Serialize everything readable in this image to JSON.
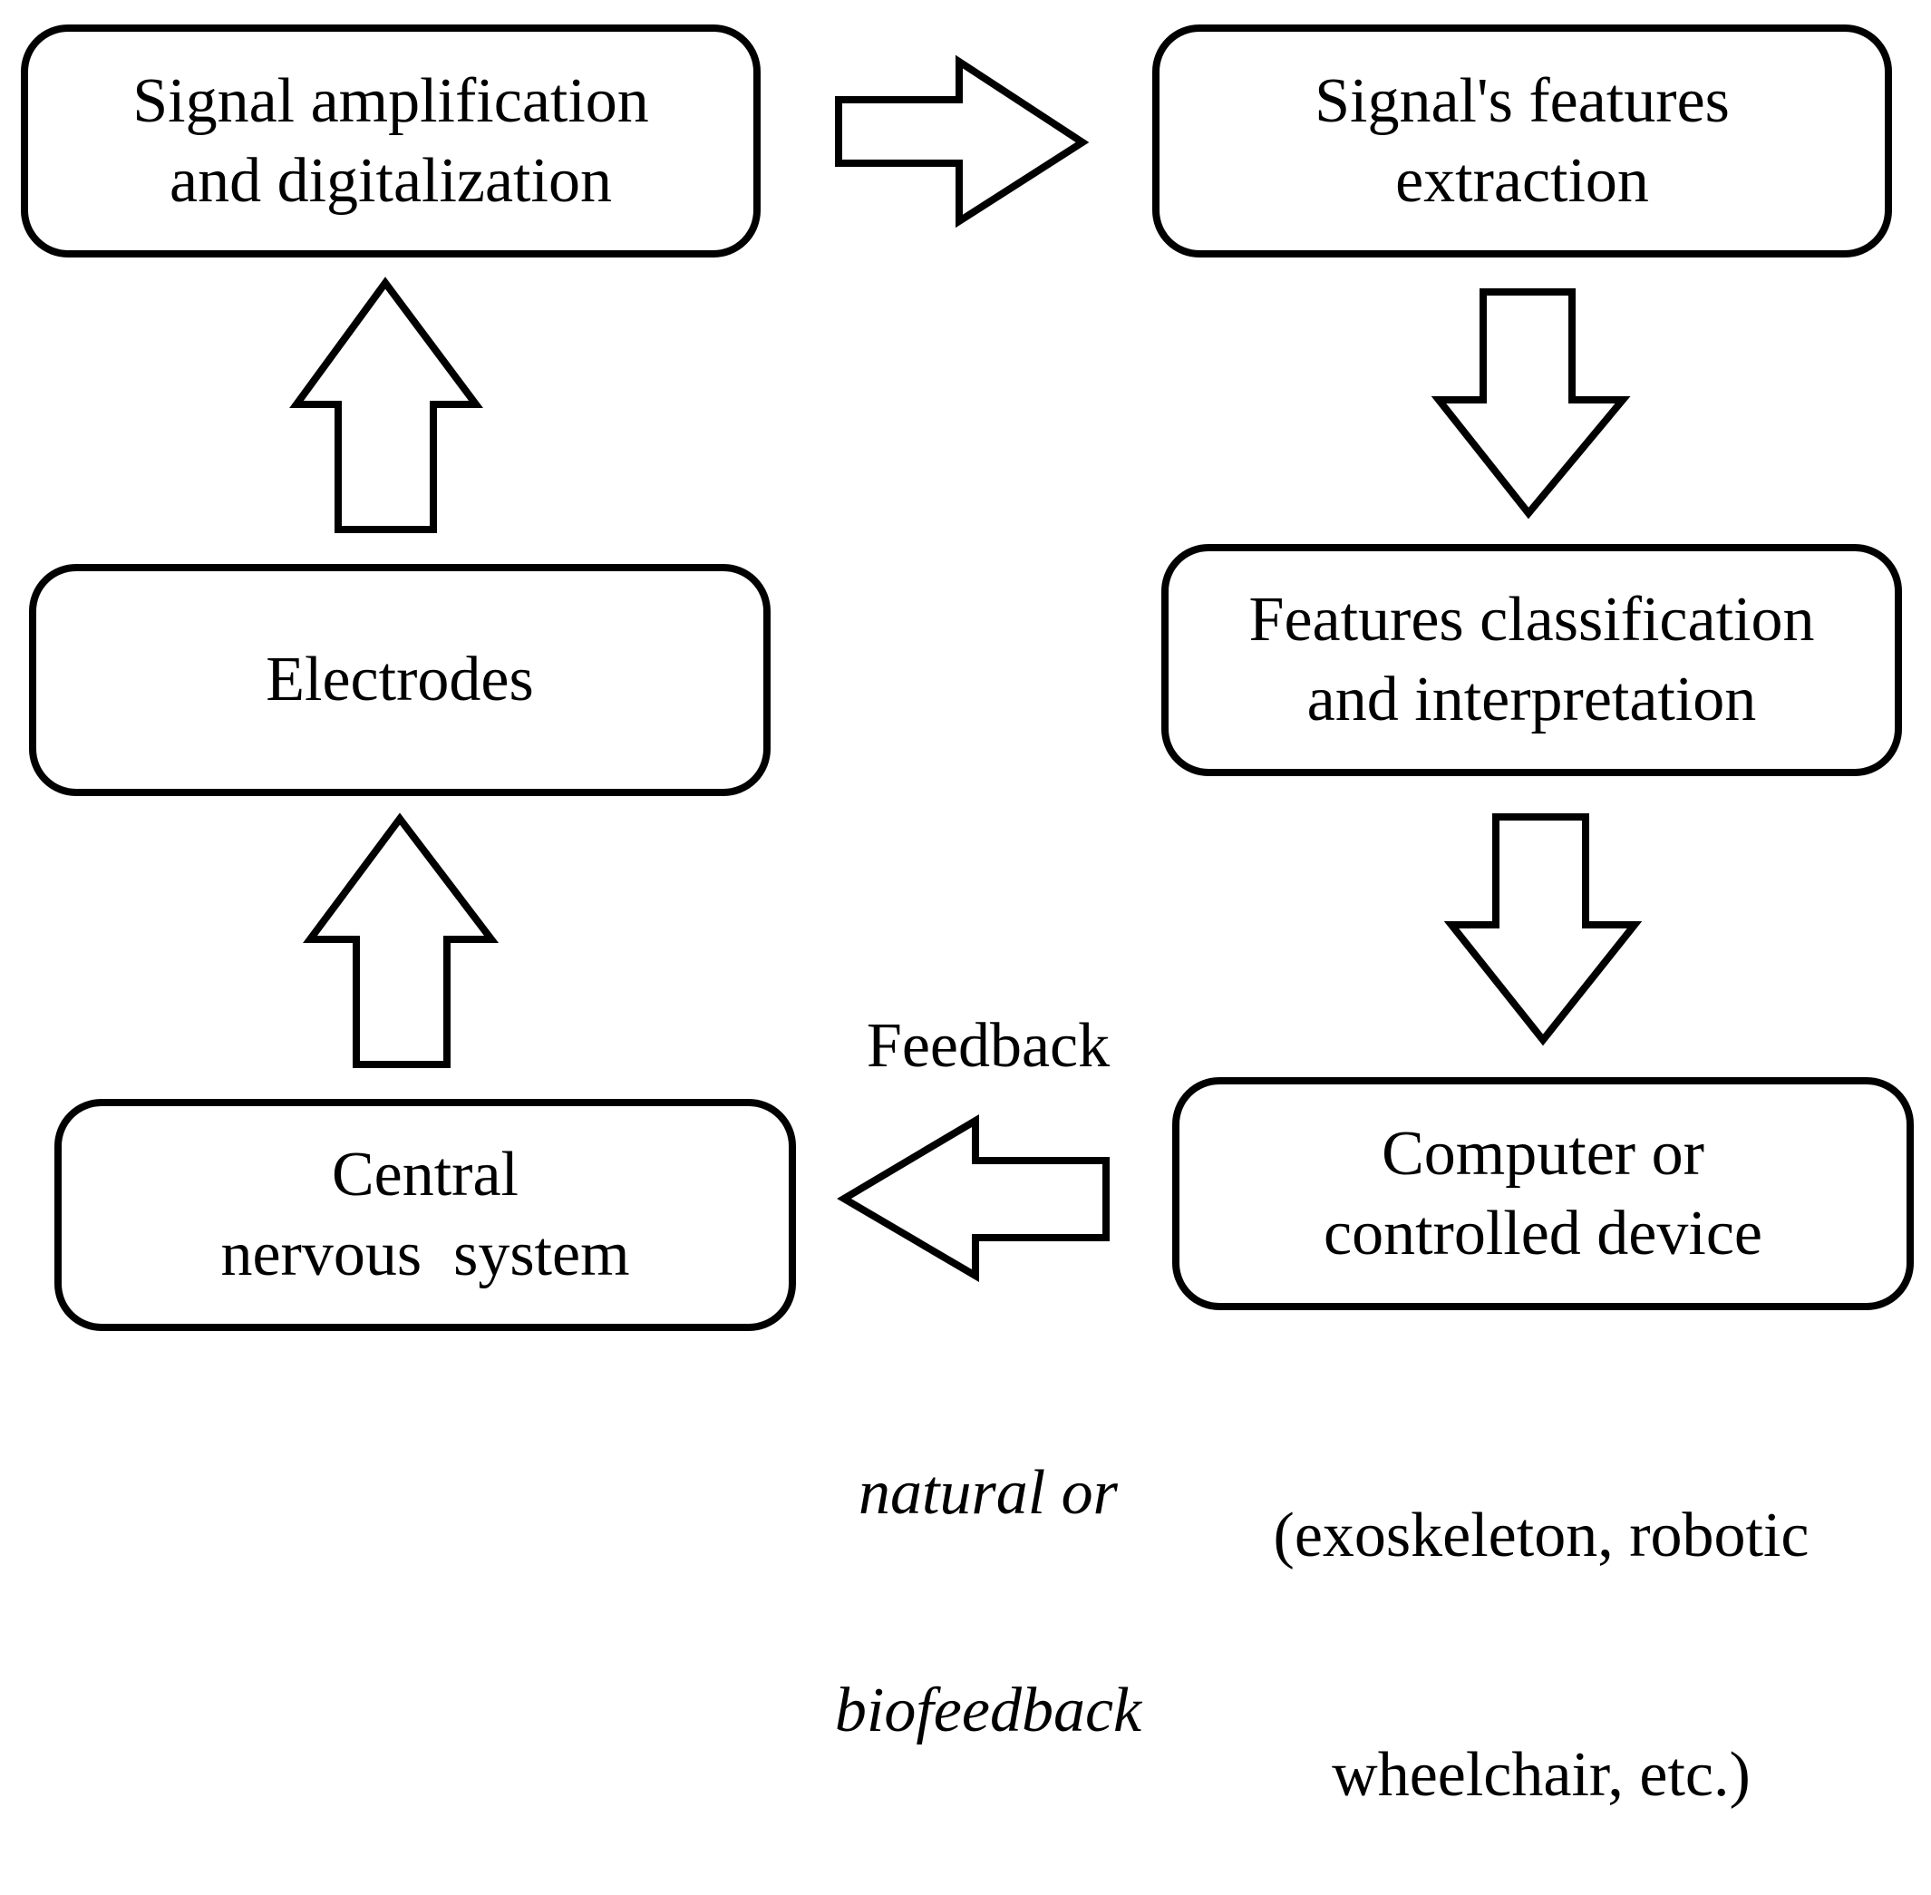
{
  "boxes": {
    "signal_amplification": {
      "line1": "Signal amplification",
      "line2": "and digitalization"
    },
    "features_extraction": {
      "line1": "Signal's features",
      "line2": "extraction"
    },
    "electrodes": {
      "line1": "Electrodes"
    },
    "features_classification": {
      "line1": "Features classification",
      "line2": "and interpretation"
    },
    "central_nervous_system": {
      "line1": "Central",
      "line2": "nervous  system"
    },
    "computer_device": {
      "line1": "Computer or",
      "line2": "controlled device"
    }
  },
  "labels": {
    "feedback": "Feedback",
    "feedback_type_line1": "natural or",
    "feedback_type_line2": "biofeedback",
    "device_examples_line1": "(exoskeleton, robotic",
    "device_examples_line2": "wheelchair, etc.)"
  }
}
